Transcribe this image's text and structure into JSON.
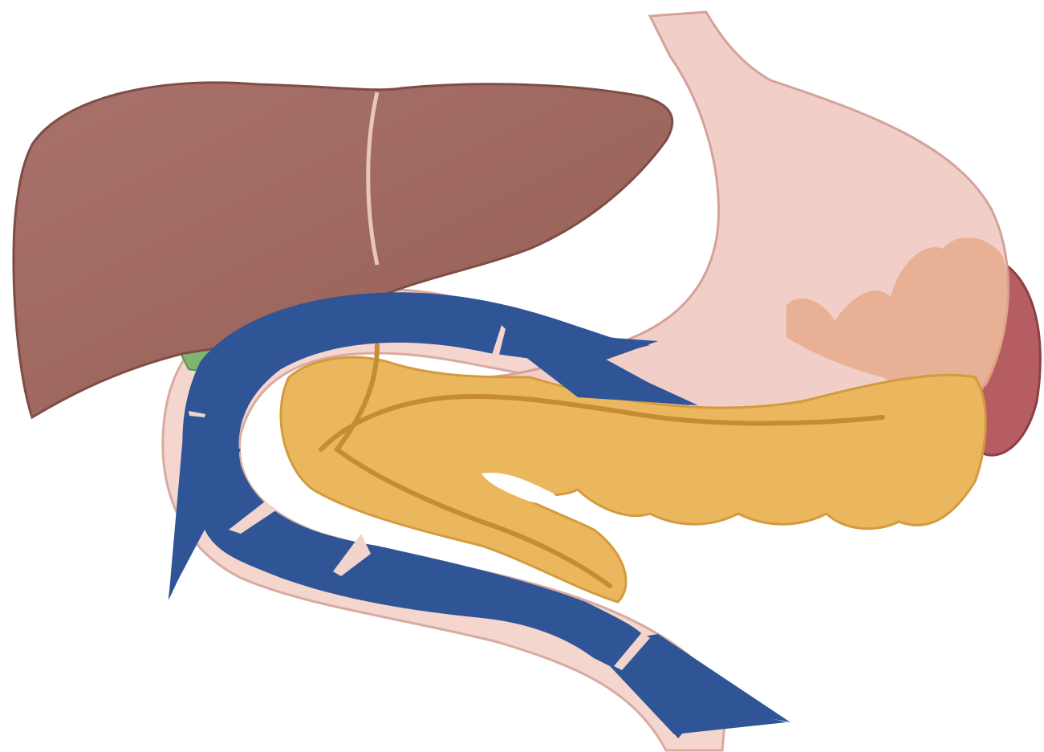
{
  "illustration": {
    "organs": [
      {
        "name": "liver",
        "color": "#a36a5e"
      },
      {
        "name": "gallbladder",
        "color": "#7fb56e"
      },
      {
        "name": "stomach",
        "color": "#efcdc6"
      },
      {
        "name": "duodenum",
        "color": "#f3d4cd"
      },
      {
        "name": "pancreas",
        "color": "#eab55c"
      },
      {
        "name": "spleen",
        "color": "#b75d60"
      }
    ],
    "overlay": {
      "name": "flow-arrows",
      "color": "#2f5597"
    }
  }
}
